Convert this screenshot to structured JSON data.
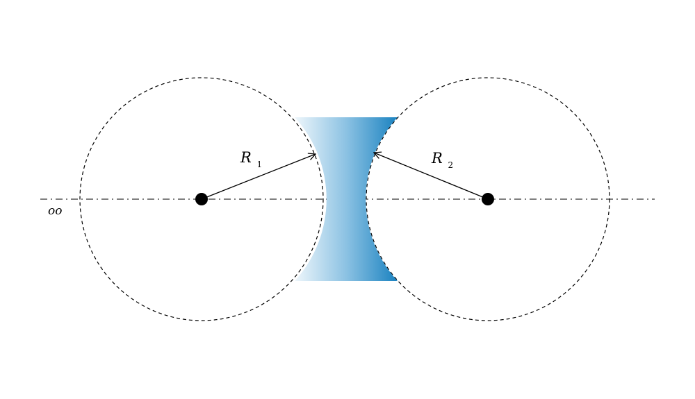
{
  "diagram": {
    "axis_label": "oo",
    "radius_left": {
      "symbol": "R",
      "subscript": "1"
    },
    "radius_right": {
      "symbol": "R",
      "subscript": "2"
    }
  },
  "colors": {
    "lens_light": "#eef6fb",
    "lens_dark": "#1a82c0",
    "stroke": "#000000",
    "background": "#ffffff"
  }
}
